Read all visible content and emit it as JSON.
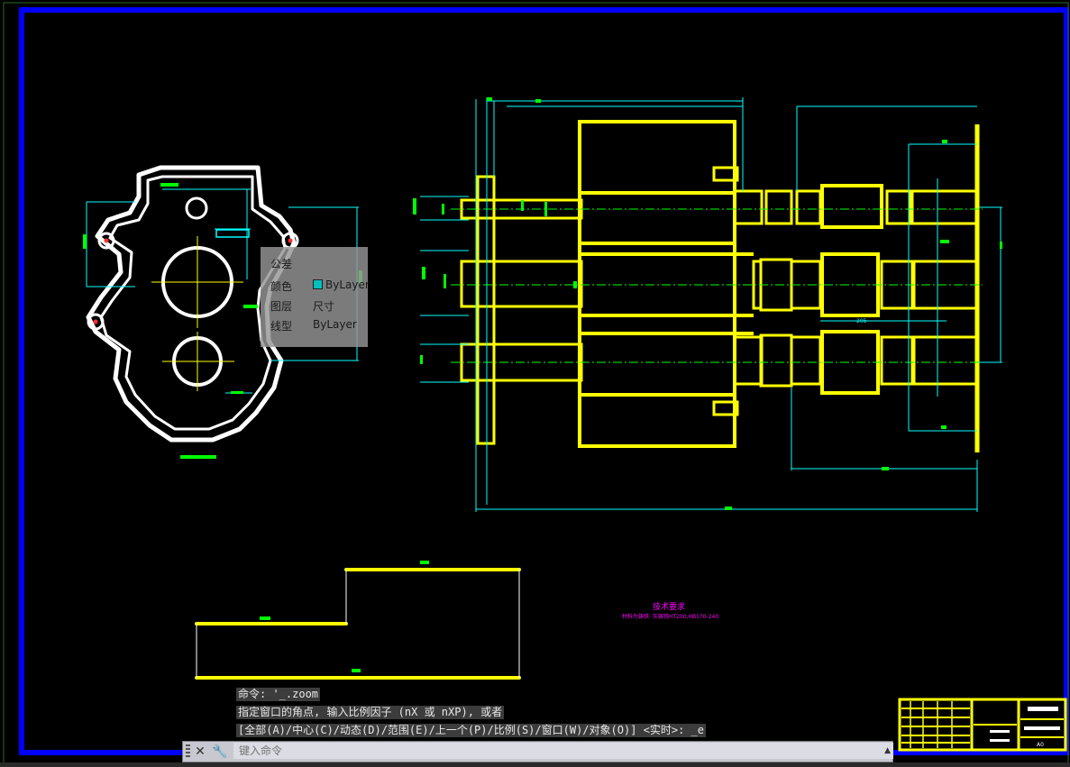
{
  "tooltip": {
    "title": "公差",
    "rows": [
      {
        "label": "颜色",
        "value": "ByLayer"
      },
      {
        "label": "图层",
        "value": "尺寸"
      },
      {
        "label": "线型",
        "value": "ByLayer"
      }
    ]
  },
  "command_history": [
    "命令: '_.zoom",
    "指定窗口的角点, 输入比例因子 (nX 或 nXP), 或者",
    "[全部(A)/中心(C)/动态(D)/范围(E)/上一个(P)/比例(S)/窗口(W)/对象(O)] <实时>: _e"
  ],
  "command_line": {
    "placeholder": "键入命令"
  },
  "drawing_notes": {
    "tech_req_title": "技术要求",
    "tech_req_line": "材料为铸铁: 灰铸铁HT200,HB170-240."
  },
  "colors": {
    "background": "#000000",
    "border": "#0000ff",
    "part": "#ffff00",
    "outline": "#ffffff",
    "dimension": "#00ffff",
    "text": "#00ff00",
    "note": "#ff00ff"
  }
}
